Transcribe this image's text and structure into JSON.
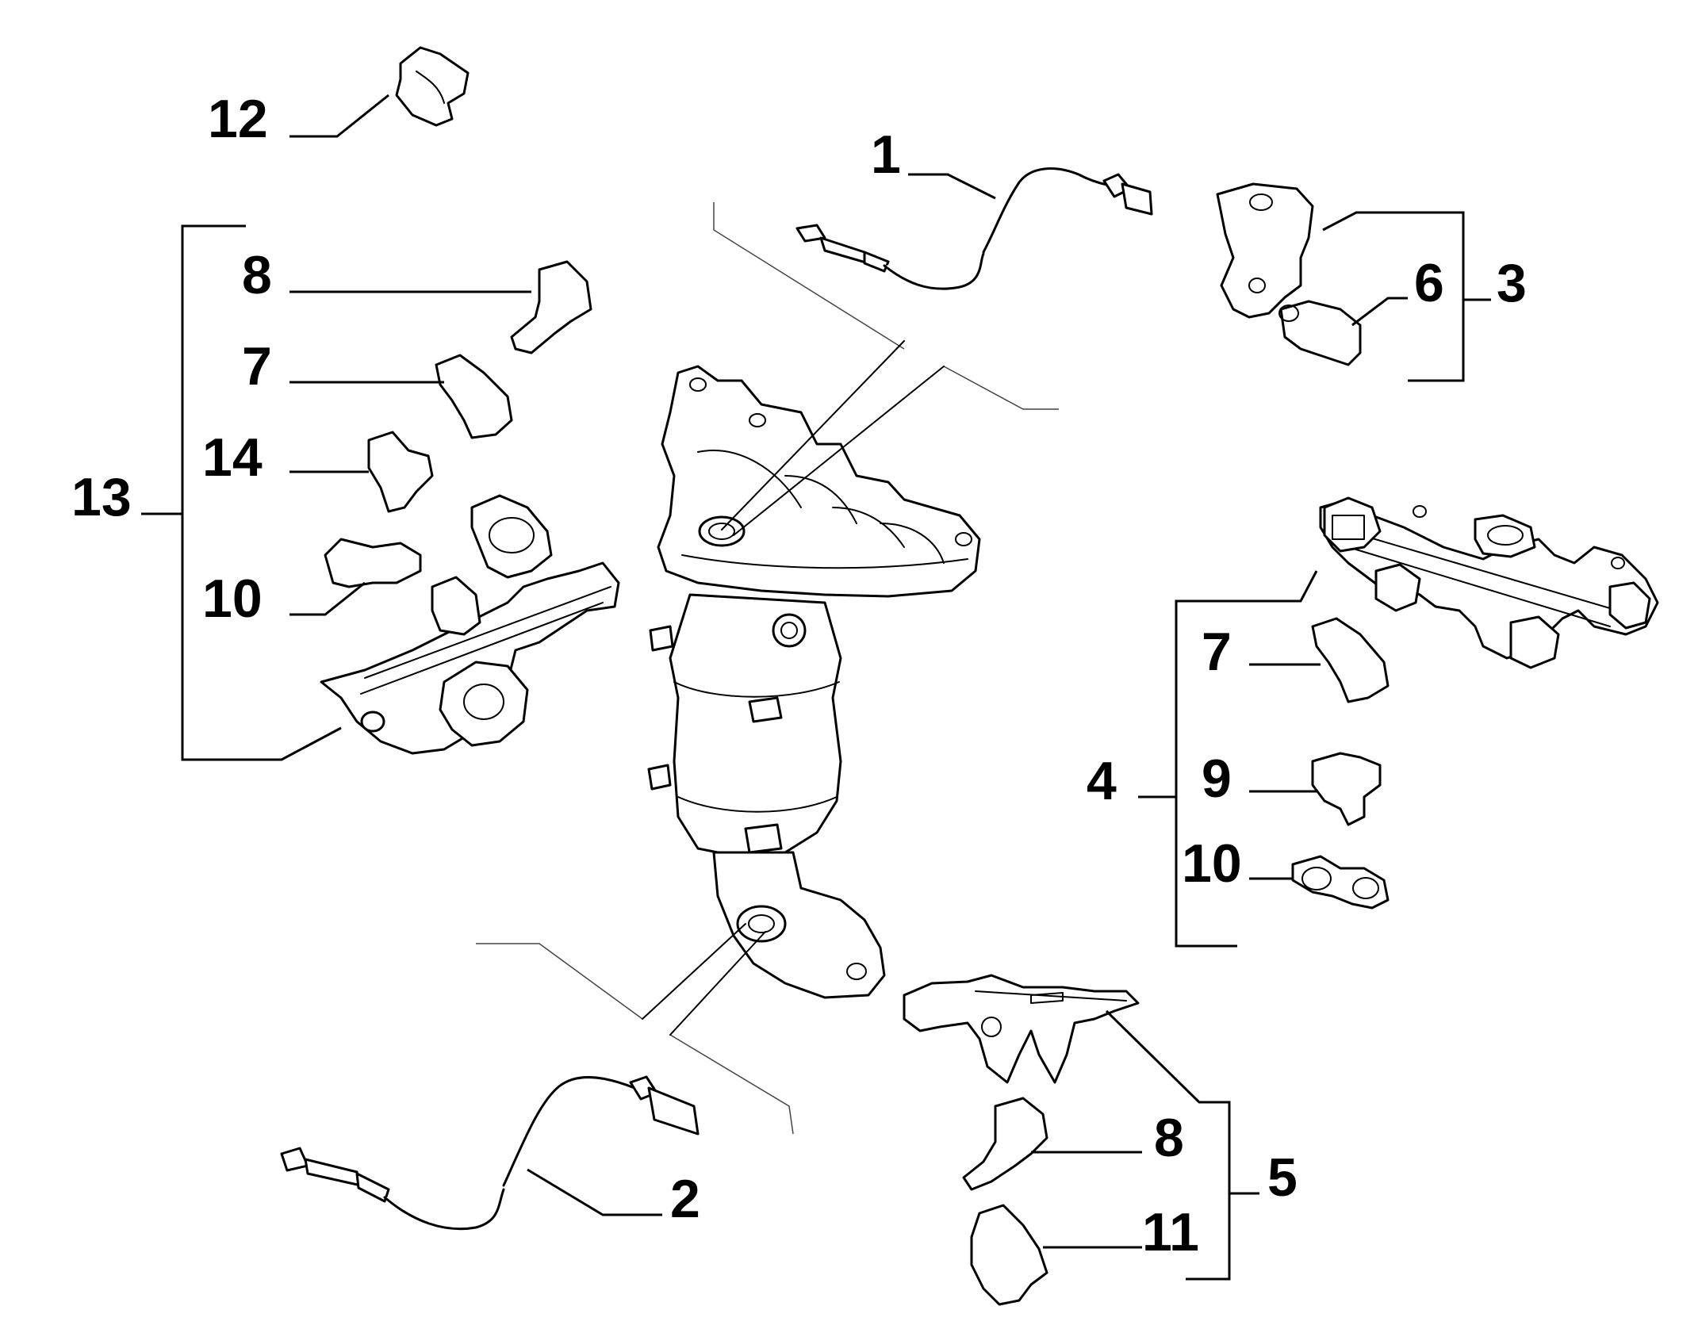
{
  "diagram": {
    "callouts": {
      "sensor_upper": "1",
      "sensor_lower": "2",
      "bracket_kit_right": "3",
      "harness_kit_right": "4",
      "bracket_kit_lower": "5",
      "clip_6": "6",
      "clip_7_left": "7",
      "clip_7_right": "7",
      "clip_8_left": "8",
      "clip_8_lower": "8",
      "clip_9": "9",
      "clip_10_left": "10",
      "clip_10_right": "10",
      "clip_11": "11",
      "clip_12": "12",
      "harness_kit_left": "13",
      "clip_14": "14"
    },
    "palette": {
      "line": "#000000",
      "background": "#ffffff"
    }
  }
}
